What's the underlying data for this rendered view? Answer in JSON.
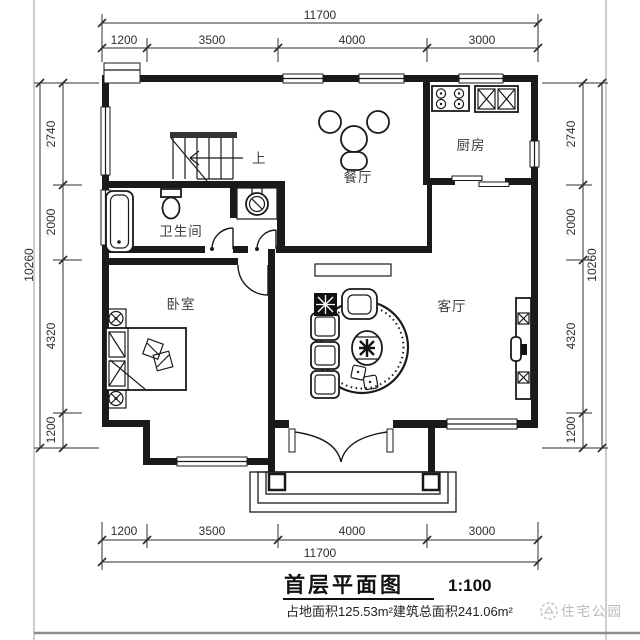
{
  "page": {
    "title": "首层平面图",
    "scale": "1:100",
    "caption": "占地面积125.53m²建筑总面积241.06m²",
    "watermark": "住宅公园"
  },
  "rooms": {
    "kitchen": "厨房",
    "dining": "餐厅",
    "bathroom": "卫生间",
    "bedroom": "卧室",
    "living": "客厅",
    "stairs_up": "上"
  },
  "dims": {
    "top": {
      "total": "11700",
      "segments": [
        "1200",
        "3500",
        "4000",
        "3000"
      ]
    },
    "bottom": {
      "total": "11700",
      "segments": [
        "1200",
        "3500",
        "4000",
        "3000"
      ]
    },
    "left": {
      "total": "10260",
      "segments": [
        "2740",
        "2000",
        "4320",
        "1200"
      ]
    },
    "right": {
      "total": "10260",
      "segments": [
        "2740",
        "2000",
        "4320",
        "1200"
      ]
    }
  }
}
